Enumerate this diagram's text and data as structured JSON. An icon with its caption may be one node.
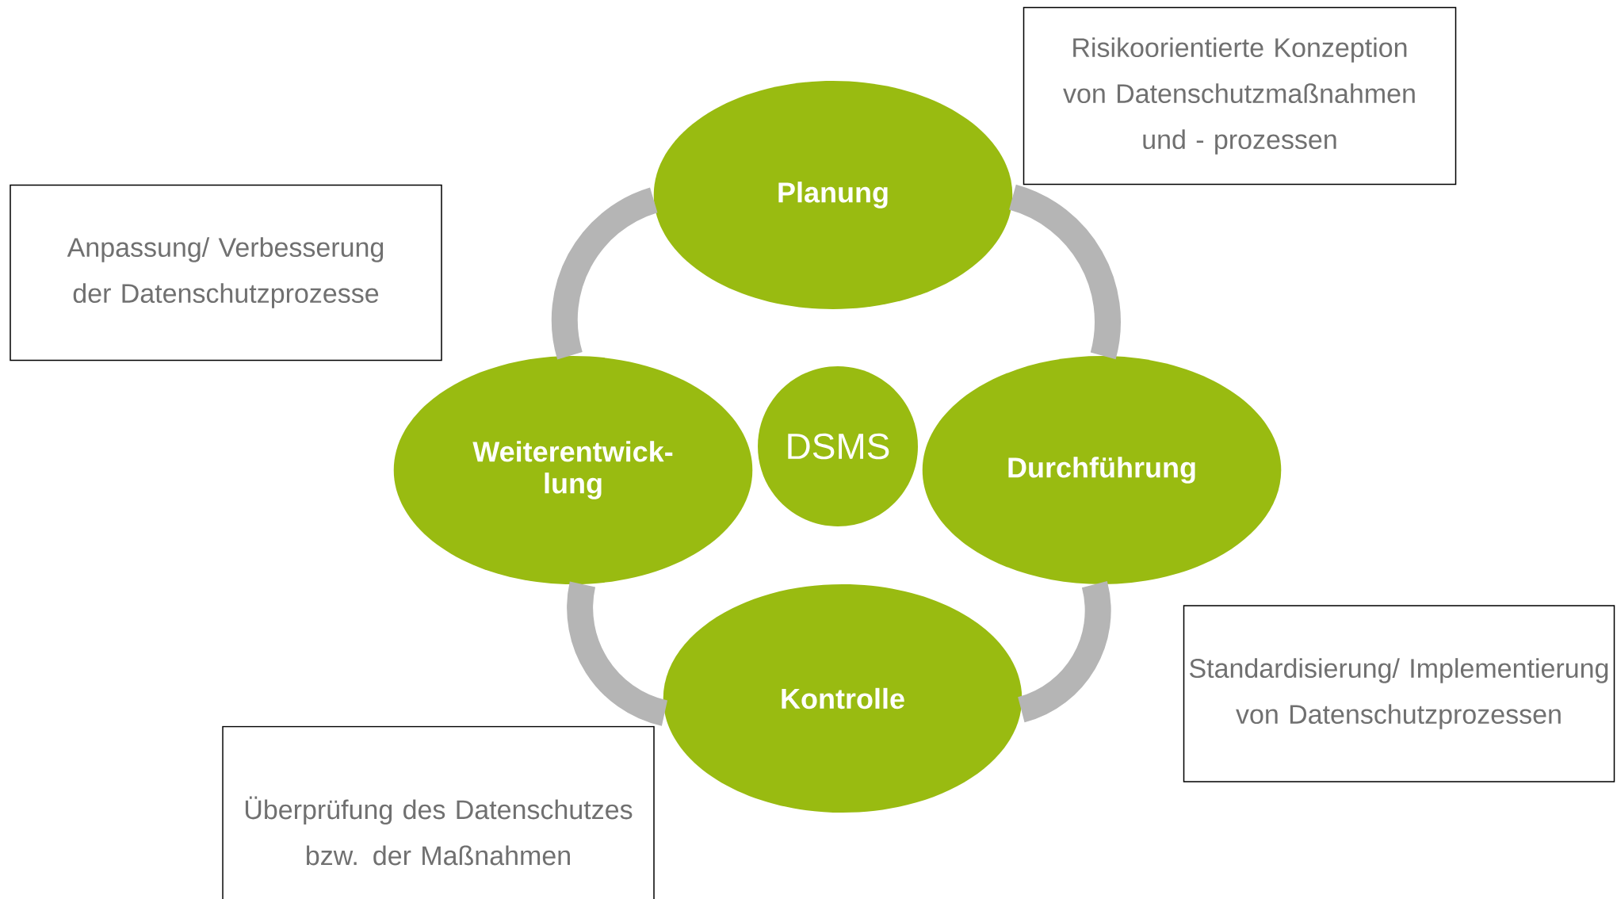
{
  "diagram": {
    "nodes": [
      {
        "text": [
          "Planung"
        ]
      },
      {
        "text": [
          "Durchführung"
        ]
      },
      {
        "text": [
          "Kontrolle"
        ]
      },
      {
        "text": [
          "Weiterentwick- lung"
        ]
      },
      {
        "text": [
          "DSMS"
        ]
      },
      {
        "text": [
          "Risikoorientierte Konzeption von Datenschutzmaßnahmen und - prozessen"
        ]
      },
      {
        "text": [
          "Anpassung/ Verbesserung der Datenschutzprozesse"
        ]
      },
      {
        "text": [
          "Standardisierung/ Implementierung von Datenschutzprozessen"
        ]
      },
      {
        "text": [
          "Überprüfung des Datenschutzes bzw. der Maßnahmen"
        ]
      }
    ],
    "edges": [
      {
        "from": 0,
        "to": 1,
        "arrow": "none"
      },
      {
        "from": 1,
        "to": 2,
        "arrow": "none"
      },
      {
        "from": 2,
        "to": 3,
        "arrow": "none"
      },
      {
        "from": 3,
        "to": 0,
        "arrow": "none"
      }
    ]
  }
}
